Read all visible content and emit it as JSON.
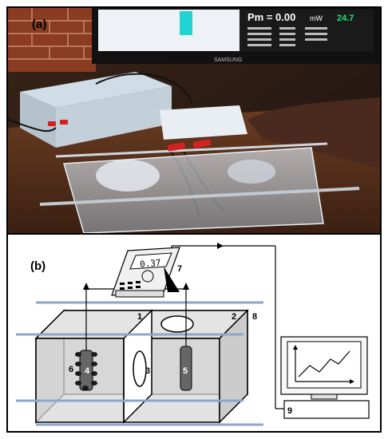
{
  "panel_a": {
    "label": "(a)",
    "screen_readout": "Pm = 0.00",
    "screen_unit": "mW",
    "screen_value": "24.7",
    "monitor_brand": "SAMSUNG"
  },
  "panel_b": {
    "label": "(b)",
    "multimeter_reading": "0.37",
    "numbers": {
      "n1": "1",
      "n2": "2",
      "n3": "3",
      "n4": "4",
      "n5": "5",
      "n6": "6",
      "n7": "7",
      "n8": "8",
      "n9": "9"
    }
  },
  "colors": {
    "rod": "#8fa6cc",
    "tank_fill": "#d4d4d4",
    "electrode": "#666666",
    "wire": "#000000"
  }
}
